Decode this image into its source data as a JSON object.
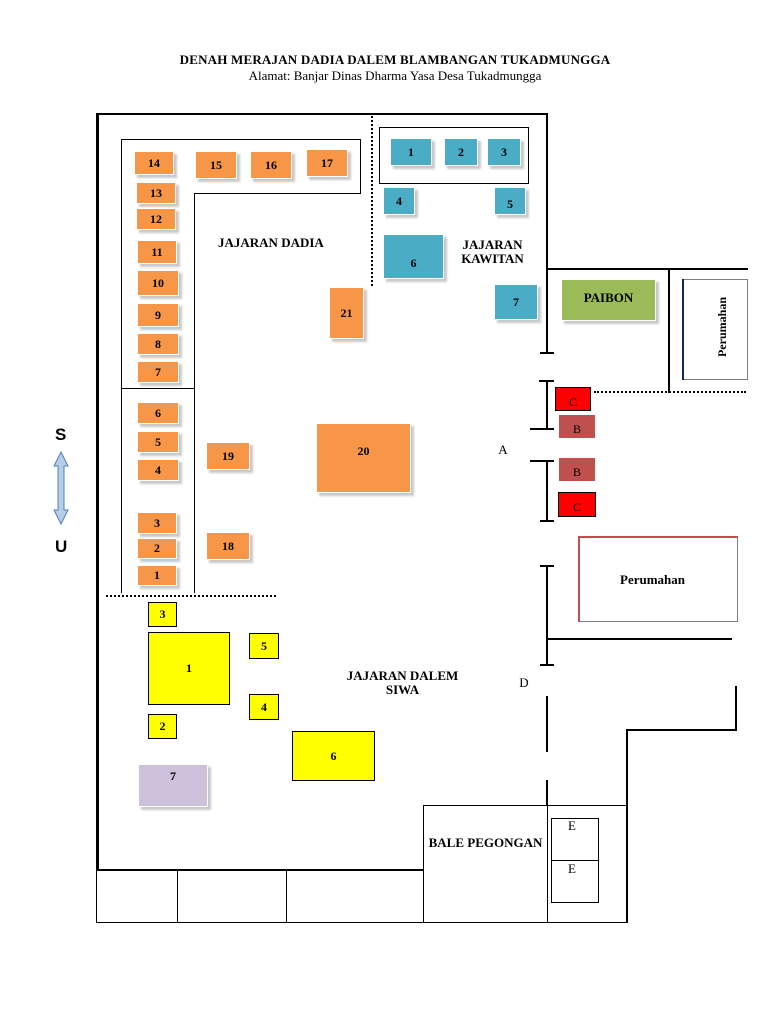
{
  "title": "DENAH MERAJAN DADIA DALEM BLAMBANGAN TUKADMUNGGA",
  "subtitle": "Alamat: Banjar Dinas Dharma Yasa Desa Tukadmungga",
  "compass": {
    "top": "S",
    "bottom": "U"
  },
  "areas": {
    "dadia": "JAJARAN DADIA",
    "kawitan": "JAJARAN KAWITAN",
    "dalem_siwa": "JAJARAN DALEM SIWA",
    "bale_pegongan": "BALE PEGONGAN"
  },
  "dadia_shrines": [
    "1",
    "2",
    "3",
    "4",
    "5",
    "6",
    "7",
    "8",
    "9",
    "10",
    "11",
    "12",
    "13",
    "14",
    "15",
    "16",
    "17",
    "18",
    "19",
    "20",
    "21"
  ],
  "kawitan_shrines": [
    "1",
    "2",
    "3",
    "4",
    "5",
    "6",
    "7"
  ],
  "siwa_shrines": [
    "1",
    "2",
    "3",
    "4",
    "5",
    "6",
    "7"
  ],
  "right_side": {
    "paibon": "PAIBON",
    "perumahan_vertical": "Perumahan",
    "perumahan": "Perumahan",
    "gate_a": "A",
    "gate_d": "D",
    "c": "C",
    "b": "B",
    "e": "E"
  },
  "colors": {
    "dadia": "#f79646",
    "kawitan": "#4bacc6",
    "siwa": "#ffff00",
    "paibon": "#9bbb59",
    "c_box": "#ff0000",
    "b_box": "#c0504d",
    "siwa_7": "#ccc0da"
  }
}
